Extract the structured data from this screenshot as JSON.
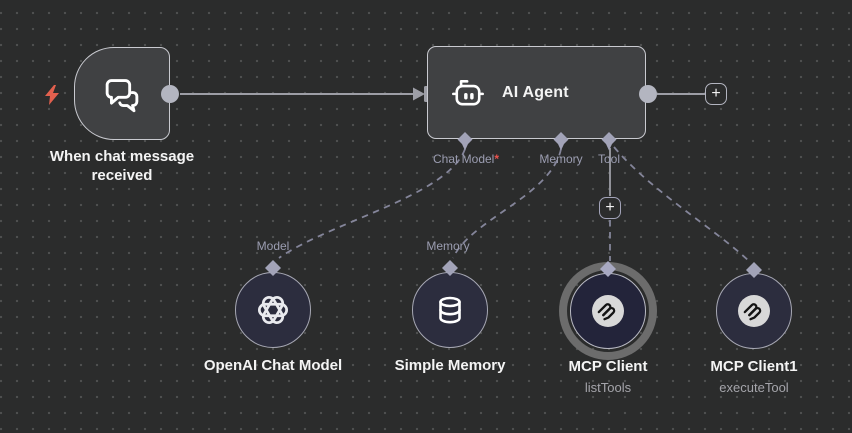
{
  "app": "workflow-canvas",
  "colors": {
    "canvas_bg": "#2b2c2c",
    "grid_dot": "#4e4f4f",
    "node_fill": "#404143",
    "node_border": "#c9cad0",
    "circle_node_fill": "#2c2d3e",
    "selected_node_fill": "#23243a",
    "selection_ring": "#6c6c6c",
    "connector_pin": "#a2a3b8",
    "endpoint": "#b3b5c0",
    "edge_solid": "#9d9ea6",
    "edge_dashed": "#84859a",
    "label_text": "#f4f4f4",
    "port_label_text": "#9b9db1",
    "required_asterisk": "#e8504c",
    "trigger_bolt": "#e2604e",
    "mcp_icon_bg": "#d8d8d8"
  },
  "nodes": {
    "trigger": {
      "label": "When chat message received"
    },
    "agent": {
      "label": "AI Agent",
      "ports": [
        {
          "label": "Chat Model",
          "required_mark": "*"
        },
        {
          "label": "Memory"
        },
        {
          "label": "Tool"
        }
      ]
    },
    "openai_model": {
      "label": "OpenAI Chat Model",
      "port_label": "Model"
    },
    "simple_memory": {
      "label": "Simple Memory",
      "port_label": "Memory"
    },
    "mcp_client": {
      "label": "MCP Client",
      "sub_label": "listTools",
      "selected": true
    },
    "mcp_client1": {
      "label": "MCP Client1",
      "sub_label": "executeTool",
      "selected": false
    }
  },
  "actions": {
    "add_node_label": "+"
  }
}
